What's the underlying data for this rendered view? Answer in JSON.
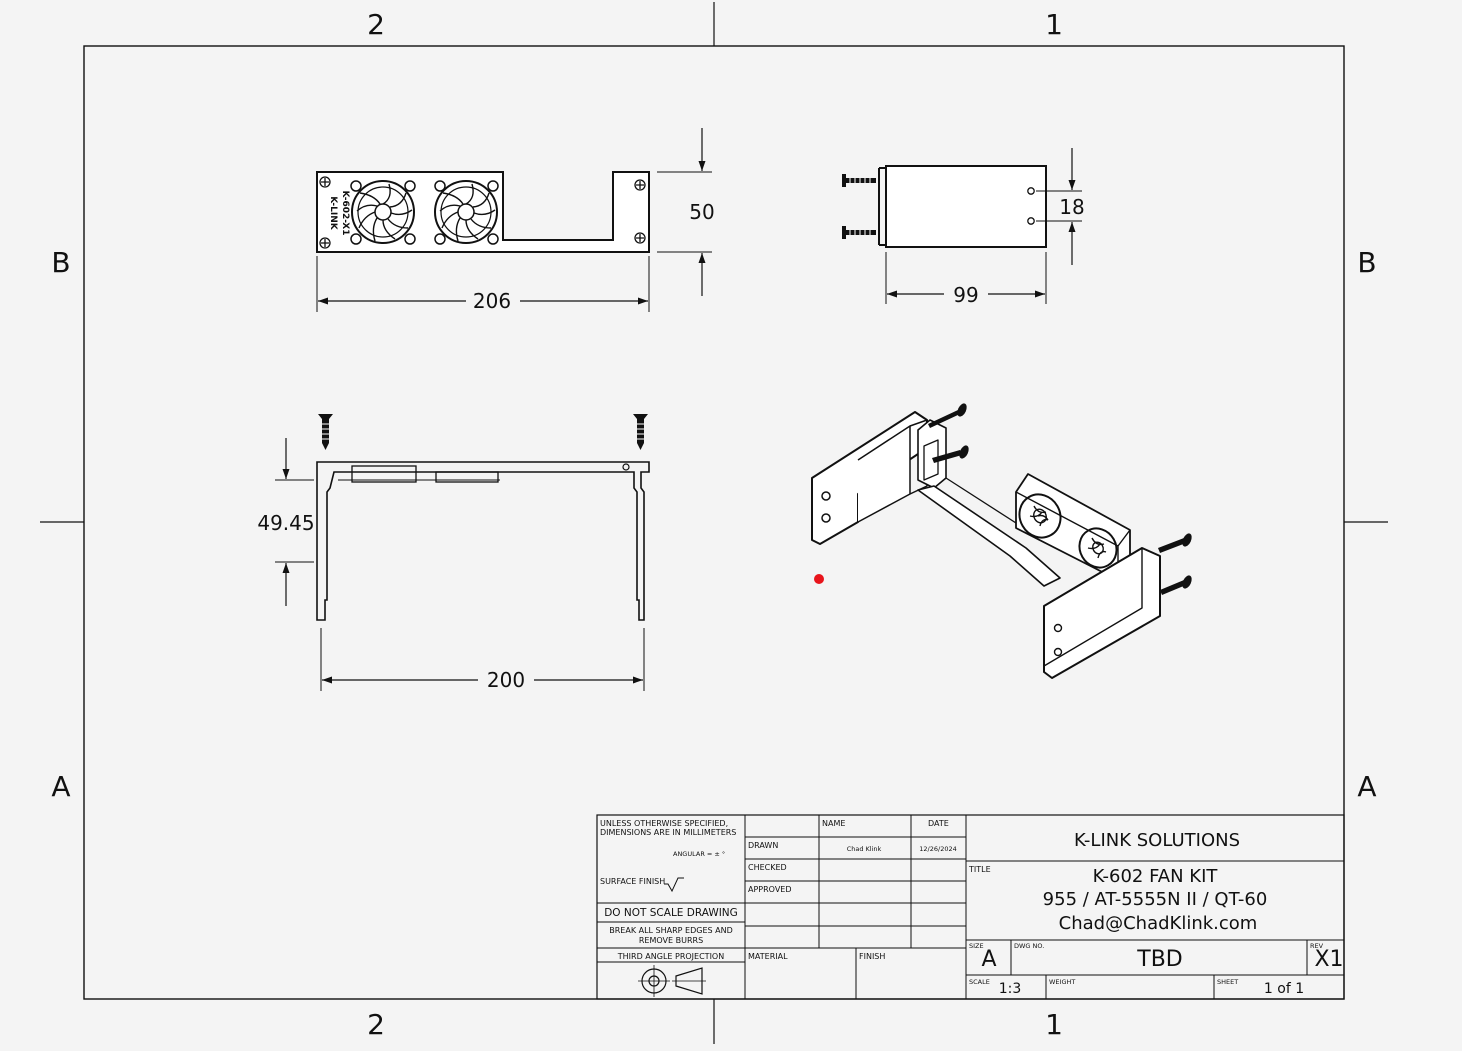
{
  "zones": {
    "col_left": "2",
    "col_right": "1",
    "row_upper": "B",
    "row_lower": "A"
  },
  "views": {
    "top": {
      "width": "206",
      "height": "50"
    },
    "right": {
      "width": "99",
      "hole_spacing": "18"
    },
    "front": {
      "width": "200",
      "height": "49.45"
    },
    "engraving": {
      "line1": "K-LINK",
      "line2": "K-602-X1"
    }
  },
  "title_block": {
    "tolerance_note_line1": "UNLESS OTHERWISE SPECIFIED,",
    "tolerance_note_line2": "DIMENSIONS ARE IN MILLIMETERS",
    "angular": "ANGULAR = ± °",
    "surface_finish": "SURFACE FINISH",
    "do_not_scale": "DO NOT SCALE DRAWING",
    "break_edges_line1": "BREAK ALL SHARP EDGES AND",
    "break_edges_line2": "REMOVE BURRS",
    "projection": "THIRD ANGLE PROJECTION",
    "col_name": "NAME",
    "col_date": "DATE",
    "row_drawn": "DRAWN",
    "row_checked": "CHECKED",
    "row_approved": "APPROVED",
    "drawn_name": "Chad Klink",
    "drawn_date": "12/26/2024",
    "material_label": "MATERIAL",
    "finish_label": "FINISH",
    "company": "K-LINK SOLUTIONS",
    "title_label": "TITLE",
    "title_line1": "K-602 FAN KIT",
    "title_line2": "955 / AT-5555N II / QT-60",
    "title_line3": "Chad@ChadKlink.com",
    "size_label": "SIZE",
    "size_value": "A",
    "dwg_label": "DWG NO.",
    "dwg_value": "TBD",
    "rev_label": "REV",
    "rev_value": "X1",
    "scale_label": "SCALE",
    "scale_value": "1:3",
    "weight_label": "WEIGHT",
    "sheet_label": "SHEET",
    "sheet_value": "1 of 1"
  },
  "colors": {
    "line": "#111111",
    "paper": "#f4f4f4",
    "marker": "#e8141b"
  }
}
